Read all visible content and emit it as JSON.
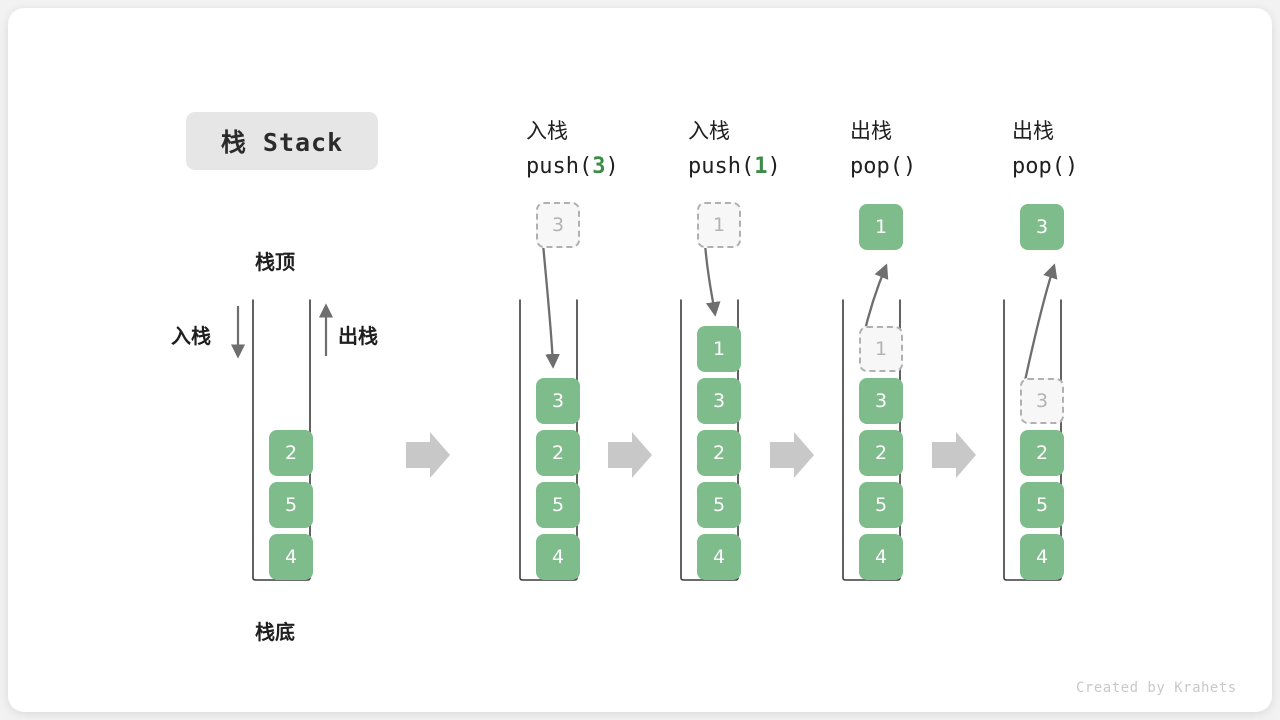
{
  "title_badge": {
    "label": "栈 Stack"
  },
  "footer": {
    "credit": "Created by Krahets"
  },
  "annotations": {
    "stack_top": "栈顶",
    "stack_bottom": "栈底",
    "push_label": "入栈",
    "pop_label": "出栈"
  },
  "colors": {
    "cell_green": "#7fbc8c",
    "cell_text": "#ffffff",
    "ghost_fill": "#f7f7f7",
    "ghost_border": "#b0b0b0",
    "ghost_text": "#b3b3b3",
    "accent_green": "#3c8c48",
    "arrow_gray": "#6e6e6e",
    "step_arrow_gray": "#c8c8c8",
    "badge_bg": "#e6e6e6",
    "text_dark": "#1f1f1f",
    "card_bg": "#ffffff",
    "page_bg": "#f2f2f2"
  },
  "columns": [
    {
      "id": "initial",
      "head_cn": "",
      "head_code": "",
      "cells": [
        {
          "value": "2",
          "state": "solid"
        },
        {
          "value": "5",
          "state": "solid"
        },
        {
          "value": "4",
          "state": "solid"
        }
      ],
      "floating": null
    },
    {
      "id": "push-3",
      "head_cn": "入栈",
      "head_code_prefix": "push(",
      "head_code_arg": "3",
      "head_code_suffix": ")",
      "cells": [
        {
          "value": "3",
          "state": "solid"
        },
        {
          "value": "2",
          "state": "solid"
        },
        {
          "value": "5",
          "state": "solid"
        },
        {
          "value": "4",
          "state": "solid"
        }
      ],
      "floating": {
        "value": "3",
        "state": "ghost",
        "direction": "in"
      }
    },
    {
      "id": "push-1",
      "head_cn": "入栈",
      "head_code_prefix": "push(",
      "head_code_arg": "1",
      "head_code_suffix": ")",
      "cells": [
        {
          "value": "1",
          "state": "solid"
        },
        {
          "value": "3",
          "state": "solid"
        },
        {
          "value": "2",
          "state": "solid"
        },
        {
          "value": "5",
          "state": "solid"
        },
        {
          "value": "4",
          "state": "solid"
        }
      ],
      "floating": {
        "value": "1",
        "state": "ghost",
        "direction": "in"
      }
    },
    {
      "id": "pop-1",
      "head_cn": "出栈",
      "head_code_prefix": "pop(",
      "head_code_arg": "",
      "head_code_suffix": ")",
      "cells": [
        {
          "value": "1",
          "state": "ghost"
        },
        {
          "value": "3",
          "state": "solid"
        },
        {
          "value": "2",
          "state": "solid"
        },
        {
          "value": "5",
          "state": "solid"
        },
        {
          "value": "4",
          "state": "solid"
        }
      ],
      "floating": {
        "value": "1",
        "state": "solid",
        "direction": "out"
      }
    },
    {
      "id": "pop-2",
      "head_cn": "出栈",
      "head_code_prefix": "pop(",
      "head_code_arg": "",
      "head_code_suffix": ")",
      "cells": [
        {
          "value": "3",
          "state": "ghost"
        },
        {
          "value": "2",
          "state": "solid"
        },
        {
          "value": "5",
          "state": "solid"
        },
        {
          "value": "4",
          "state": "solid"
        }
      ],
      "floating": {
        "value": "3",
        "state": "solid",
        "direction": "out"
      }
    }
  ],
  "step_arrows": [
    {
      "from": "initial",
      "to": "push-3"
    },
    {
      "from": "push-3",
      "to": "push-1"
    },
    {
      "from": "push-1",
      "to": "pop-1"
    },
    {
      "from": "pop-1",
      "to": "pop-2"
    }
  ]
}
